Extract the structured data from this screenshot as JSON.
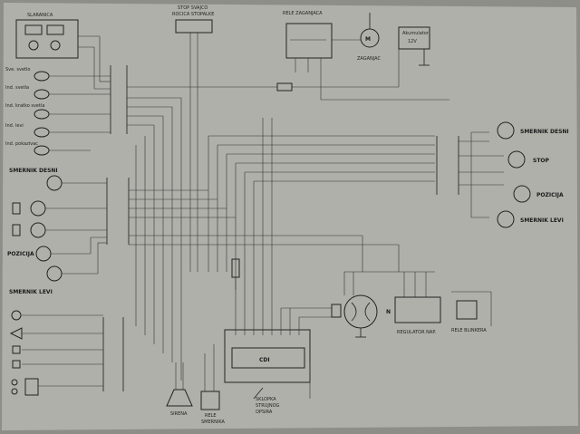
{
  "labels": {
    "instrument_panel": "SLARANICA",
    "bulb_1": "Sve. svetlo",
    "bulb_2": "Ind. svetla",
    "bulb_3": "Ind. kratko svetla",
    "bulb_4": "Ind. levi",
    "bulb_5": "Ind. pokazivac",
    "brake_switch": "STOP SVAJCO",
    "brake_switch_sub": "ROCICA STOPALKE",
    "relay_starter": "RELE ZAGANJACA",
    "starter_motor": "M",
    "starter_motor_label": "ZAGANJAC",
    "battery": "Akumulator",
    "battery_sub": "12V",
    "front_right_turn": "SMERNIK DESNI",
    "front_left_turn": "SMERNIK LEVI",
    "front_position": "POZICIJA",
    "rear_right_turn": "SMERNIK DESNI",
    "rear_stop": "STOP",
    "rear_position": "POZICIJA",
    "rear_left_turn": "SMERNIK LEVI",
    "cdi": "CDI",
    "regulator": "REGULATOR NAP.",
    "rele_blinker": "RELE BLINKERA",
    "horn": "SIRENA",
    "relay_bottom": "RELE",
    "relay_bottom_sub": "SMERNIKA",
    "kill_switch": "SKLOPKA",
    "kill_switch_sub": "STRUJNOG",
    "kill_switch_sub2": "OPSIRA",
    "stator": "N"
  },
  "colors": {
    "paper": "#a8a8a2",
    "ink": "#2c2c2c"
  }
}
